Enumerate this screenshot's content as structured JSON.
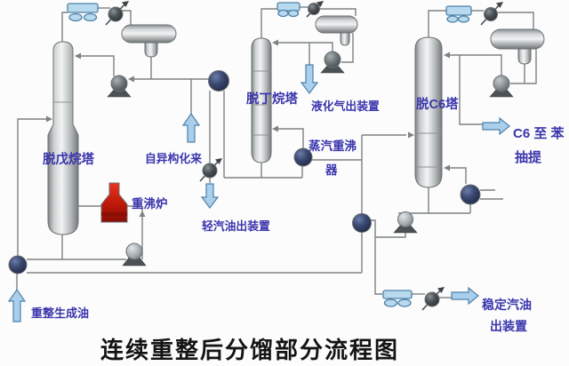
{
  "diagram": {
    "title": "连续重整后分馏部分流程图",
    "equipment_labels": {
      "depentanizer": "脱戊烷塔",
      "debutanizer": "脱丁烷塔",
      "de_c6_column": "脱C6塔",
      "reboiler_furnace": "重沸炉",
      "steam_reboiler_line1": "蒸汽重沸",
      "steam_reboiler_line2": "器"
    },
    "stream_labels": {
      "reformate_feed": "重整生成油",
      "from_isomerization": "自异构化来",
      "lpg_out": "液化气出装置",
      "light_gasoline_out": "轻汽油出装置",
      "c6_to_benzene_line1": "C6 至 苯",
      "c6_to_benzene_line2": "抽提",
      "stable_gasoline_line1": "稳定汽油",
      "stable_gasoline_line2": "出装置"
    },
    "colors": {
      "label_blue": "#3a35ad",
      "title_black": "#141414",
      "pipe_grey": "#7d8284",
      "furnace_red": "#c21a0a",
      "stream_arrow_blue": "#a9cfec",
      "air_cooler_blue": "#b9d9ee",
      "exchanger_navy": "#1c2540",
      "vessel_grey": "#cdd1d1",
      "background": "#fcfcfc"
    }
  }
}
